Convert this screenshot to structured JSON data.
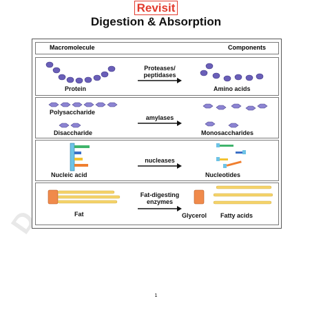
{
  "badge": "Revisit",
  "title": "Digestion & Absorption",
  "header": {
    "left": "Macromolecule",
    "right": "Components"
  },
  "rows": [
    {
      "left": "Protein",
      "enzyme": "Proteases/\npeptidases",
      "right": "Amino acids"
    },
    {
      "left_top": "Polysaccharide",
      "left_bottom": "Disaccharide",
      "enzyme": "amylases",
      "right": "Monosaccharides"
    },
    {
      "left": "Nucleic acid",
      "enzyme": "nucleases",
      "right": "Nucleotides"
    },
    {
      "left": "Fat",
      "enzyme": "Fat-digesting\nenzymes",
      "right_a": "Glycerol",
      "right_b": "Fatty acids"
    }
  ],
  "page_number": "1",
  "watermark": "D",
  "colors": {
    "amino": "#6a5fb8",
    "sugar": "#8c84d2",
    "glycerol": "#f08a4b",
    "fatty": "#f5d36a",
    "badge": "#e23a2d"
  }
}
